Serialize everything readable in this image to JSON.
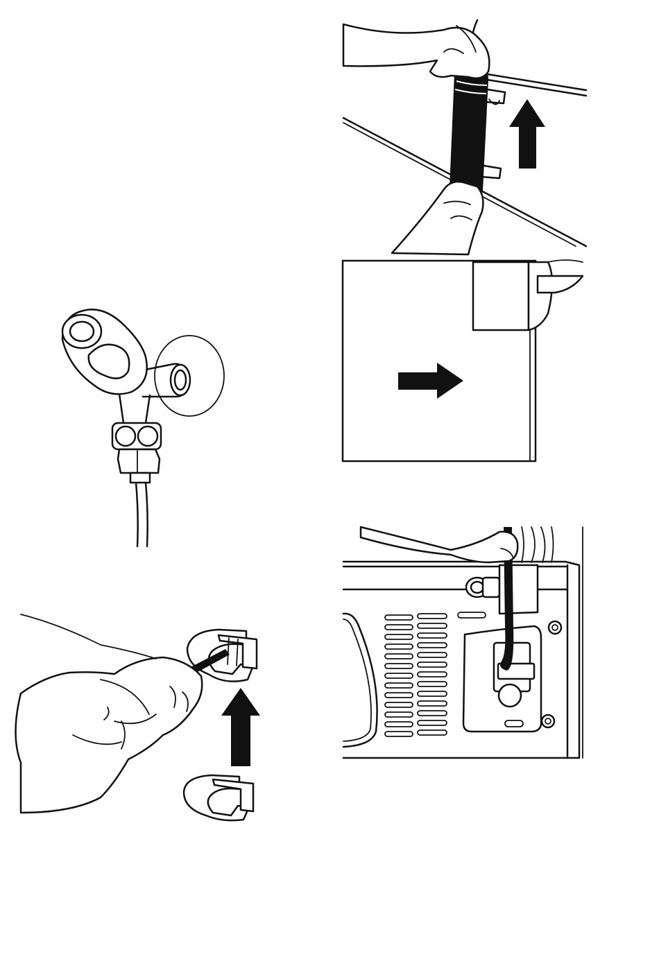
{
  "document": {
    "type": "installation-illustrations",
    "text": []
  },
  "figures": [
    {
      "id": "faucet",
      "icon": "water-tap-with-wall-flange-icon",
      "arrow": "none"
    },
    {
      "id": "filter-holder",
      "icon": "hands-lifting-water-filter-icon",
      "arrow": "up"
    },
    {
      "id": "side-panel",
      "icon": "appliance-side-panel-icon",
      "arrow": "right"
    },
    {
      "id": "clip-screw",
      "icon": "hand-screwing-mounting-clip-icon",
      "arrow": "up"
    },
    {
      "id": "rear-connection",
      "icon": "rear-panel-hose-connection-icon",
      "arrow": "none"
    }
  ],
  "colors": {
    "ink": "#111111",
    "paper": "#ffffff"
  }
}
